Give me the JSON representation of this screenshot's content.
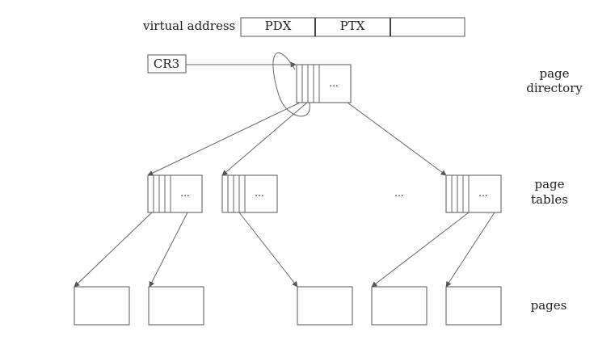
{
  "labels": {
    "virtual_address": "virtual address",
    "pdx": "PDX",
    "ptx": "PTX",
    "cr3": "CR3",
    "page_directory_line1": "page",
    "page_directory_line2": "directory",
    "page_tables_line1": "page",
    "page_tables_line2": "tables",
    "pages": "pages",
    "ellipsis": "..."
  },
  "colors": {
    "stroke": "#666666",
    "text": "#222222"
  }
}
